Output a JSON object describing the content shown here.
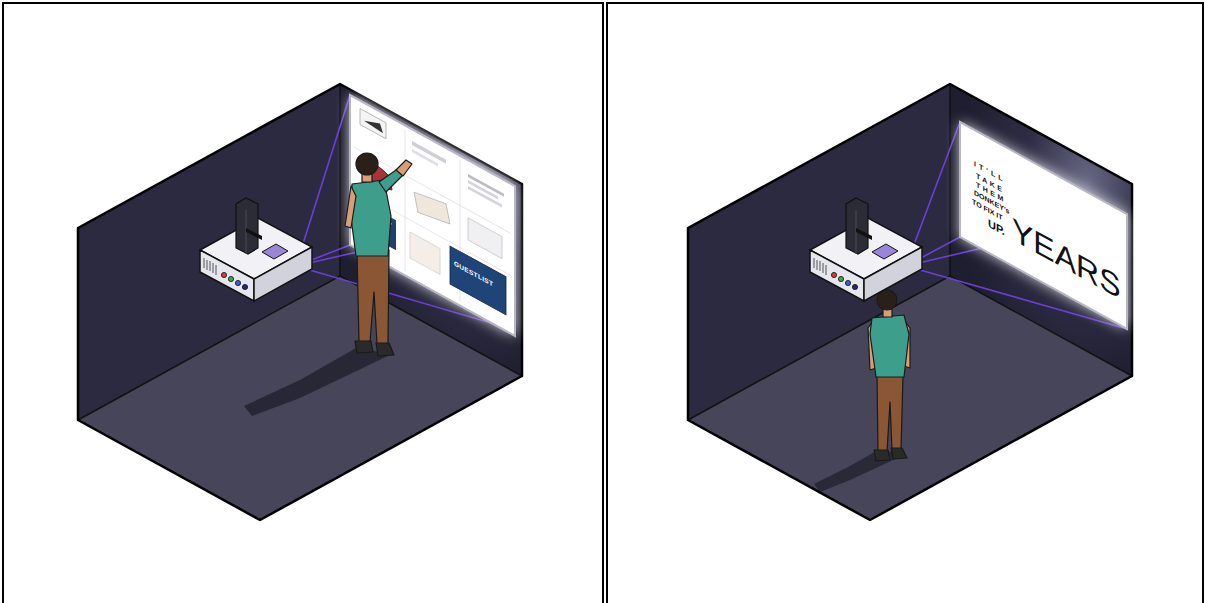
{
  "diagram": {
    "labels": [
      "GUESTLIST",
      "IT'LL",
      "TAKE",
      "THEM",
      "DONKEY's",
      "TO FIX IT",
      "UP.",
      "YEARS"
    ]
  }
}
